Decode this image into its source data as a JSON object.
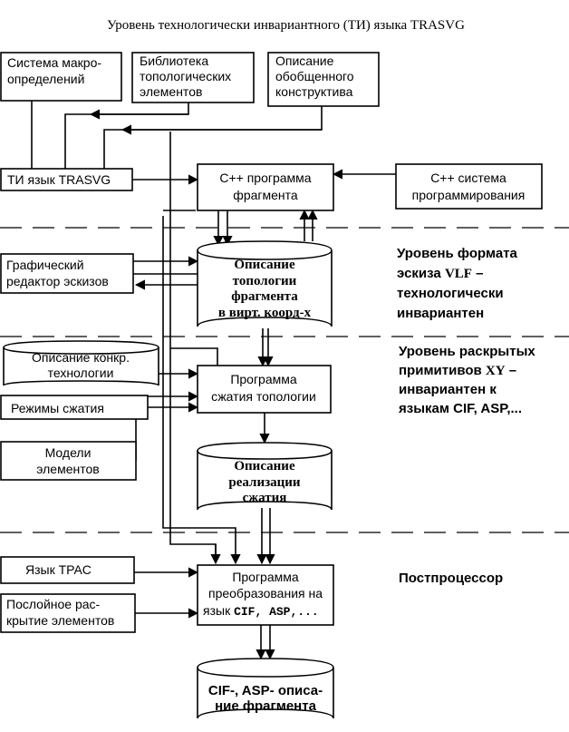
{
  "title": "Уровень технологически инвариантного (ТИ) языка TRASVG",
  "boxes": {
    "macro": [
      "Система макро-",
      "определений"
    ],
    "library": [
      "Библиотека",
      "топологических",
      "элементов"
    ],
    "generalized": [
      "Описание",
      "обобщенного",
      "конструктива"
    ],
    "ti_language": "ТИ язык TRASVG",
    "cpp_program": [
      "С++ программа",
      "фрагмента"
    ],
    "cpp_system": [
      "С++ система",
      "программирования"
    ],
    "graphic_editor": [
      "Графический",
      "редактор эскизов"
    ],
    "tech_description": [
      "Описание конкр.",
      "технологии"
    ],
    "compression_modes": "Режимы сжатия",
    "element_models": [
      "Модели",
      "элементов"
    ],
    "compression_program": [
      "Программа",
      "сжатия топологии"
    ],
    "trac_language": "Язык TPAC",
    "layer_expansion": [
      "Послойное рас-",
      "крытие элементов"
    ],
    "conversion_program": [
      "Программа",
      "преобразования на"
    ],
    "conversion_program_lang": "язык ",
    "conversion_program_formats": "CIF, ASP,...",
    "output_description": [
      "CIF-, ASP- описа-",
      "ние фрагмента"
    ]
  },
  "stores": {
    "topology_virtual": [
      "Описание",
      "топологии",
      "фрагмента",
      "в вирт. коорд-х"
    ],
    "compression_result": [
      "Описание",
      "реализации",
      "сжатия"
    ]
  },
  "levels": {
    "vlf": {
      "lines": [
        "Уровень формата",
        "эскиза  ",
        "технологически",
        "инвариантен"
      ],
      "code": "VLF",
      "dash": " –"
    },
    "xy": {
      "lines": [
        "Уровень раскрытых",
        "примитивов  ",
        "инвариантен к",
        "языкам CIF, ASP,..."
      ],
      "code": "XY",
      "dash": " –"
    },
    "post": "Постпроцессор"
  }
}
